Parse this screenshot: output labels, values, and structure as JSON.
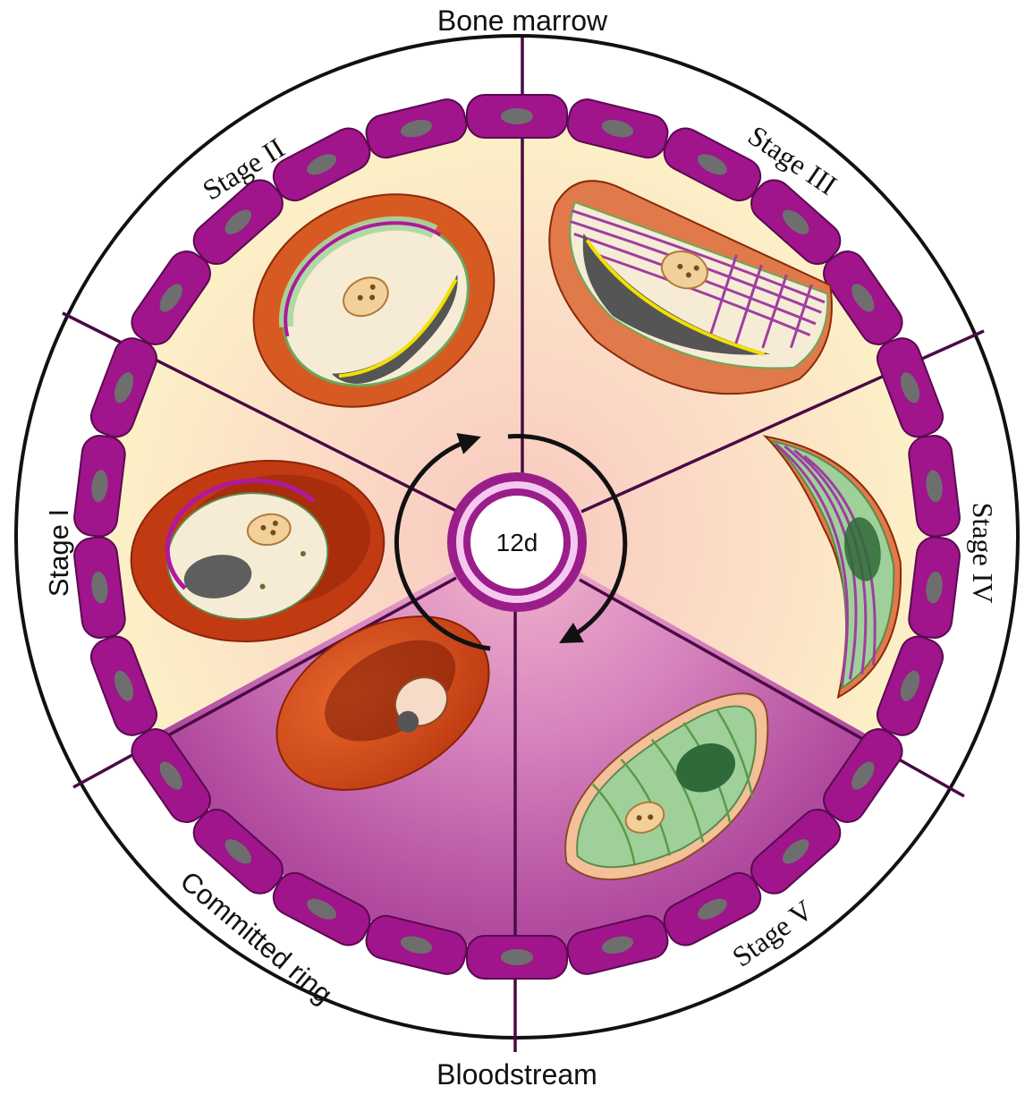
{
  "diagram": {
    "top_label": "Bone marrow",
    "bottom_label": "Bloodstream",
    "center_label": "12d",
    "stages": [
      {
        "id": "stage-1",
        "label": "Stage I"
      },
      {
        "id": "stage-2",
        "label": "Stage II"
      },
      {
        "id": "stage-3",
        "label": "Stage III"
      },
      {
        "id": "stage-4",
        "label": "Stage IV"
      },
      {
        "id": "stage-5",
        "label": "Stage V"
      },
      {
        "id": "committed-ring",
        "label": "Committed ring"
      }
    ]
  },
  "colors": {
    "membrane_cells": "#a0148c",
    "nuclei": "#6e6e6e",
    "bone_marrow_bg": "#fbeec8",
    "bloodstream_bg": "#b8489c",
    "center_ring": "#9a1e8a",
    "red_cell": "#c8401a",
    "parasite_green": "#9fd09a"
  },
  "icons": [
    "cycle-arrows-icon",
    "red-blood-cell-icon",
    "gametocyte-icon",
    "endothelial-cell-icon"
  ]
}
